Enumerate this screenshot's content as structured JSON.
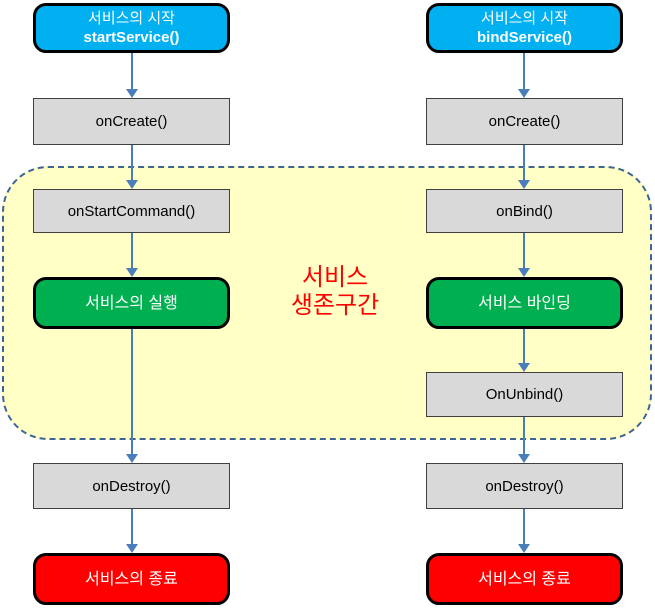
{
  "diagram": {
    "title_semantic": "Android service lifecycle flowchart",
    "lifetime_label": {
      "line1": "서비스",
      "line2": "생존구간"
    },
    "left_flow": {
      "start_line1": "서비스의 시작",
      "start_line2": "startService()",
      "on_create": "onCreate()",
      "on_start_command": "onStartCommand()",
      "running": "서비스의 실행",
      "on_destroy": "onDestroy()",
      "end": "서비스의 종료"
    },
    "right_flow": {
      "start_line1": "서비스의 시작",
      "start_line2": "bindService()",
      "on_create": "onCreate()",
      "on_bind": "onBind()",
      "binding": "서비스 바인딩",
      "on_unbind": "OnUnbind()",
      "on_destroy": "onDestroy()",
      "end": "서비스의 종료"
    }
  },
  "colors": {
    "start_fill": "#00B0F0",
    "process_fill": "#D9D9D9",
    "process_border": "#404040",
    "active_fill": "#00B050",
    "end_fill": "#FF0000",
    "lifetime_fill": "#FFFFC6",
    "lifetime_border": "#3C6496",
    "lifetime_label_text": "#FF0000",
    "arrow": "#4A7EBB",
    "terminal_border": "#000000",
    "terminal_text": "#FFFFFF"
  }
}
